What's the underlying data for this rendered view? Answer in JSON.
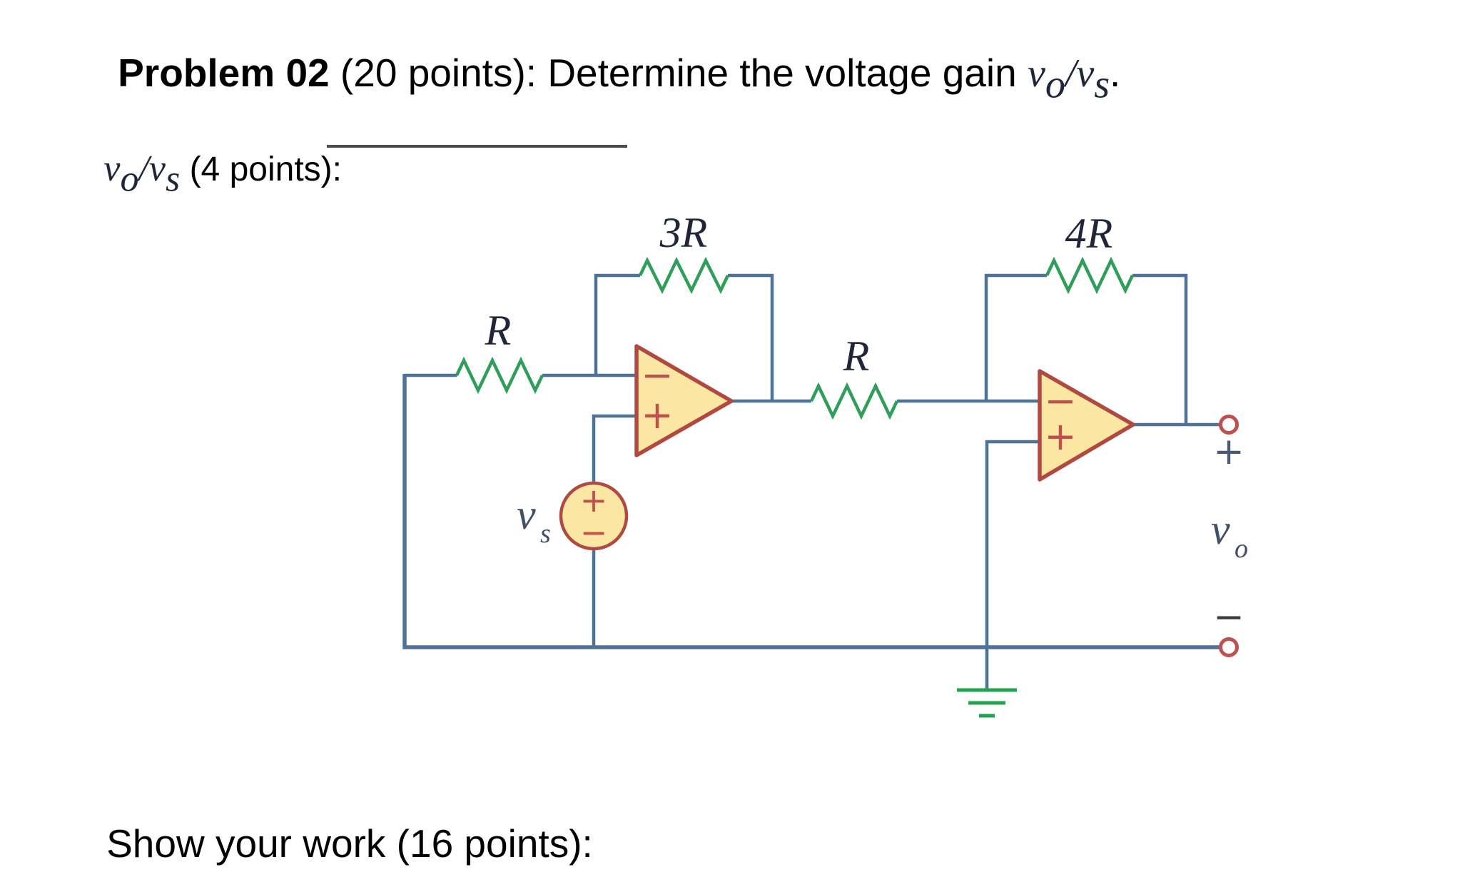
{
  "page": {
    "title": {
      "problem_label": "Problem 02",
      "points_prompt": " (20 points): Determine the voltage gain ",
      "v1": "v",
      "v1_sub": "o",
      "slash": "/",
      "v2": "v",
      "v2_sub": "s",
      "period": "."
    },
    "answer_line": {
      "v1": "v",
      "v1_sub": "o",
      "slash": "/",
      "v2": "v",
      "v2_sub": "s",
      "points_label": " (4 points): "
    },
    "show_work": "Show your work (16 points):"
  },
  "circuit": {
    "resistor_labels": {
      "input": "R",
      "feedback1": "3R",
      "mid": "R",
      "feedback2": "4R"
    },
    "source_label": {
      "v": "v",
      "sub": "s"
    },
    "output_label": {
      "v": "v",
      "sub": "o"
    },
    "symbols": {
      "opamp1_minus": "−",
      "opamp1_plus": "+",
      "opamp2_minus": "−",
      "opamp2_plus": "+",
      "source_plus": "+",
      "source_minus": "−",
      "terminal_plus": "+",
      "terminal_minus": "−"
    },
    "colors": {
      "wire": "#4f7396",
      "resistor_green": "#2e9e58",
      "ground_green": "#22a352",
      "opamp_fill": "#fbe7a3",
      "opamp_stroke": "#b04a41",
      "symbol_red": "#c0504d",
      "terminal_red": "#c0504d",
      "label_dark": "#1e2637",
      "label_slate": "#3f5068"
    }
  }
}
